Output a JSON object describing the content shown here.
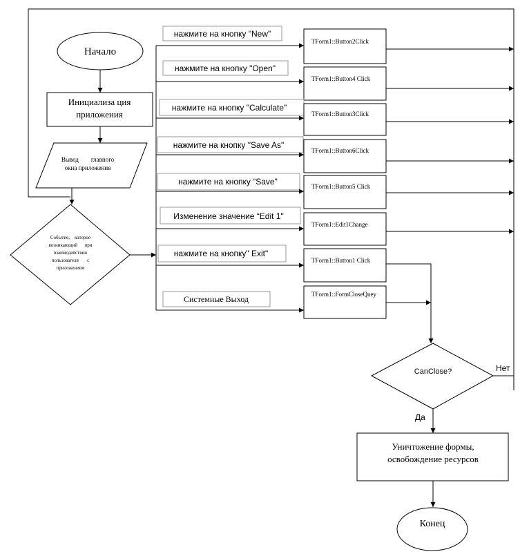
{
  "start": "Начало",
  "init": [
    "Инициализа ция",
    "приложения"
  ],
  "output": [
    "Вывод        главного",
    "окна приложения"
  ],
  "event": [
    "Событие,    которое",
    "возникающий      при",
    "взаимодействии",
    "пользователя       с",
    "приложением"
  ],
  "branches": [
    {
      "label": "нажмите на кнопку \"New\"",
      "handler": "TForm1::Button2Click"
    },
    {
      "label": "нажмите на кнопку \"Open\"",
      "handler": "TForm1::Button4 Click"
    },
    {
      "label": "нажмите на кнопку \"Calculate\"",
      "handler": "TForm1::Button3Click"
    },
    {
      "label": "нажмите на кнопку \"Save As\"",
      "handler": "TForm1::Button6Click"
    },
    {
      "label": "нажмите на кнопку “Save\"",
      "handler": "TForm1::Button5 Click"
    },
    {
      "label": "Изменение значение “Edit 1\"",
      "handler": "TForm1::Edit1Change"
    },
    {
      "label": "нажмите на кнопку\" Exit\"",
      "handler": "TForm1::Button1 Click"
    },
    {
      "label": "Системные Выход",
      "handler": "TForm1::FormCloseQuey"
    }
  ],
  "decision": "CanClose?",
  "no_label": "Нет",
  "yes_label": "Да",
  "destroy": [
    "Уничтожение формы,",
    "освобождение ресурсов"
  ],
  "end": "Конец"
}
